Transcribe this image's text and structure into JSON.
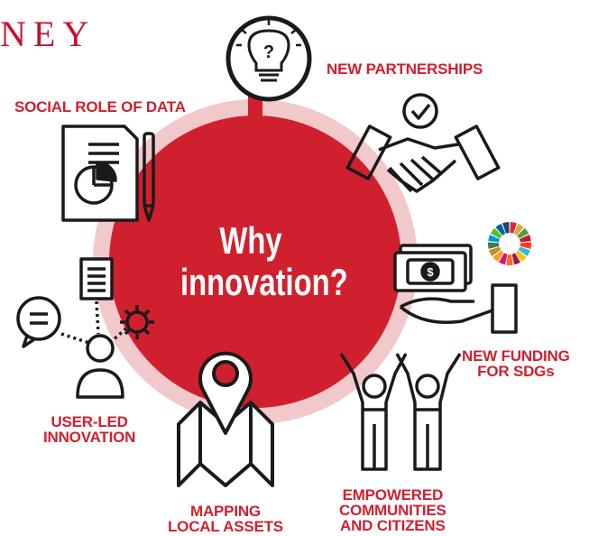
{
  "brand": {
    "text": "NEY"
  },
  "center": {
    "line1": "Why",
    "line2": "innovation?"
  },
  "labels": {
    "new_partnerships": "NEW PARTNERSHIPS",
    "social_role": "SOCIAL ROLE OF DATA",
    "new_funding": [
      "NEW FUNDING",
      "FOR SDGs"
    ],
    "user_led": [
      "USER-LED",
      "INNOVATION"
    ],
    "mapping": [
      "MAPPING",
      "LOCAL ASSETS"
    ],
    "empowered": [
      "EMPOWERED",
      "COMMUNITIES",
      "AND CITIZENS"
    ]
  },
  "icons": [
    "lightbulb-icon",
    "handshake-icon",
    "document-chart-icon",
    "money-hand-icon",
    "sdg-wheel-icon",
    "user-network-icon",
    "map-pin-icon",
    "people-cheering-icon"
  ],
  "colors": {
    "accent": "#d0202e",
    "ring": "#f1c9cb",
    "ink": "#1a1a1a"
  }
}
